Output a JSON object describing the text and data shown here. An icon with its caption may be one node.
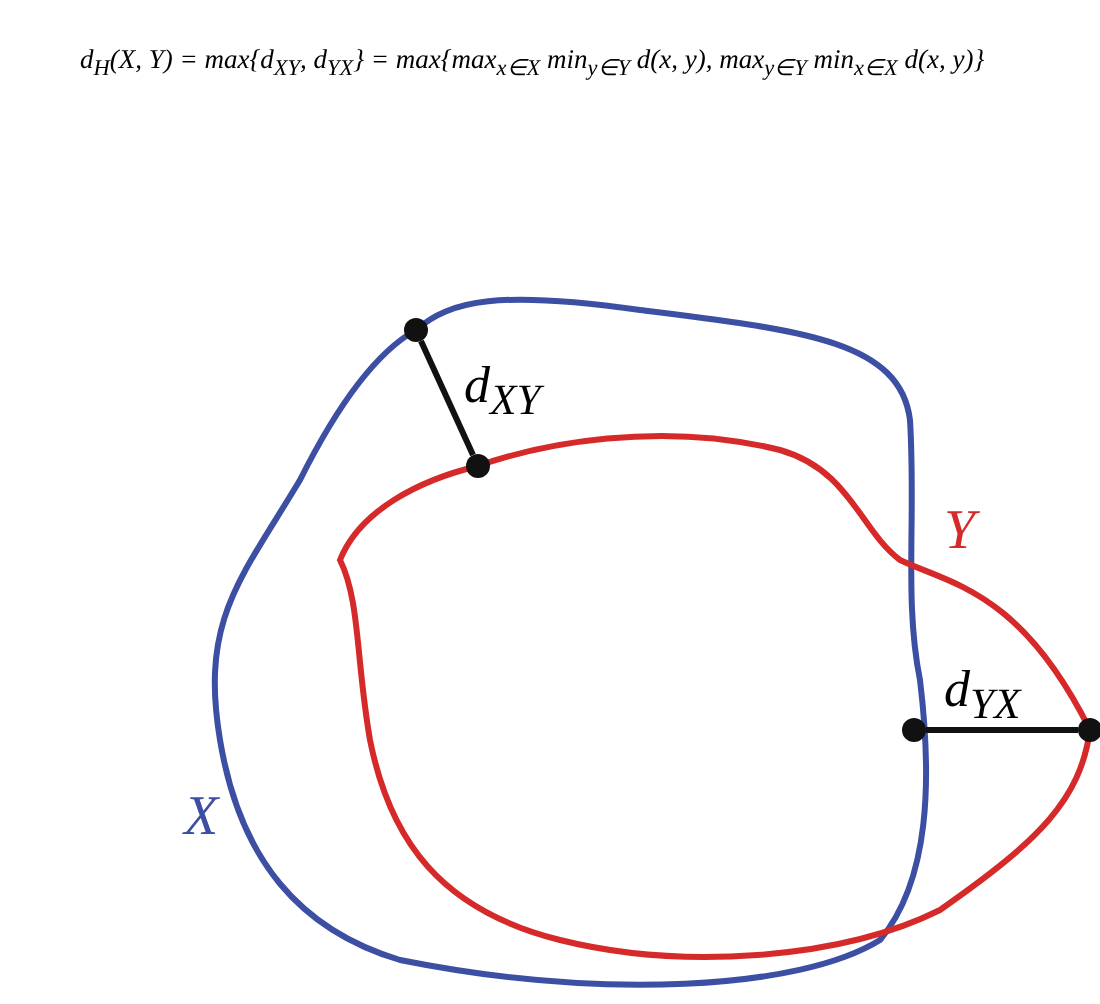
{
  "diagram": {
    "title": "d$_{H}$(X, Y) = max{d$_{XY}$, d$_{YX}$} = max{max$_{x∈X}$ min$_{y∈Y}$ d(x, y), max$_{y∈Y}$ min$_{x∈X}$ d(x, y)}",
    "nodes": [
      {
        "text": [],
        "shape": "circle"
      },
      {
        "text": [],
        "shape": "circle"
      },
      {
        "text": [],
        "shape": "circle"
      },
      {
        "text": [],
        "shape": "circle"
      }
    ],
    "edges": [
      {
        "from": 0,
        "to": 1,
        "arrow": "none",
        "label": "d$_{XY}$"
      },
      {
        "from": 2,
        "to": 3,
        "arrow": "none",
        "label": "d$_{YX}$"
      }
    ],
    "labels": [
      "Y",
      "X"
    ]
  }
}
